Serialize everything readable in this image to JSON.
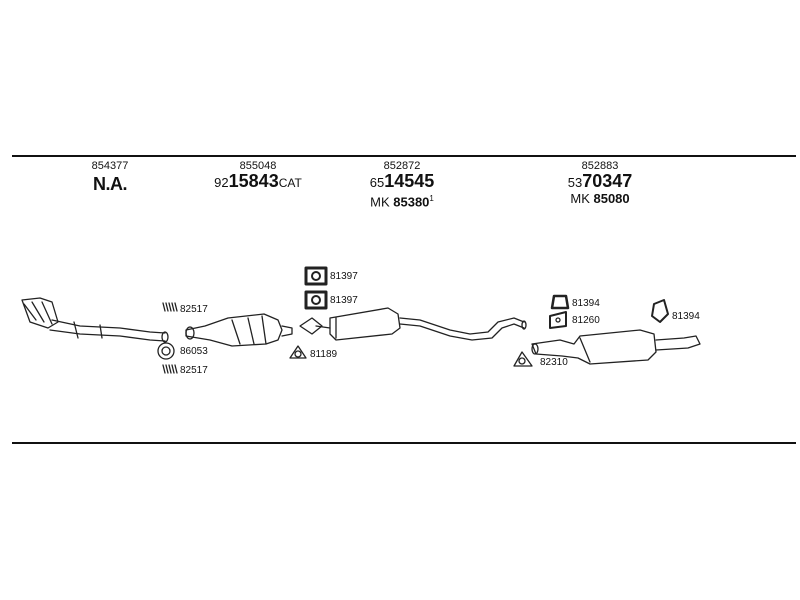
{
  "columns": [
    {
      "ref": "854377",
      "main": "N.A."
    },
    {
      "ref": "855048",
      "prefix": "92",
      "number": "15843",
      "suffix": "CAT"
    },
    {
      "ref": "852872",
      "prefix": "65",
      "number": "14545",
      "mk_label": "MK",
      "mk_number": "85380",
      "mk_sup": "1"
    },
    {
      "ref": "852883",
      "prefix": "53",
      "number": "70347",
      "mk_label": "MK",
      "mk_number": "85080"
    }
  ],
  "parts": {
    "p82517_top": "82517",
    "p86053": "86053",
    "p82517_bottom": "82517",
    "p81189": "81189",
    "p81397_top": "81397",
    "p81397_bottom": "81397",
    "p82310": "82310",
    "p81394_left": "81394",
    "p81260": "81260",
    "p81394_right": "81394"
  }
}
